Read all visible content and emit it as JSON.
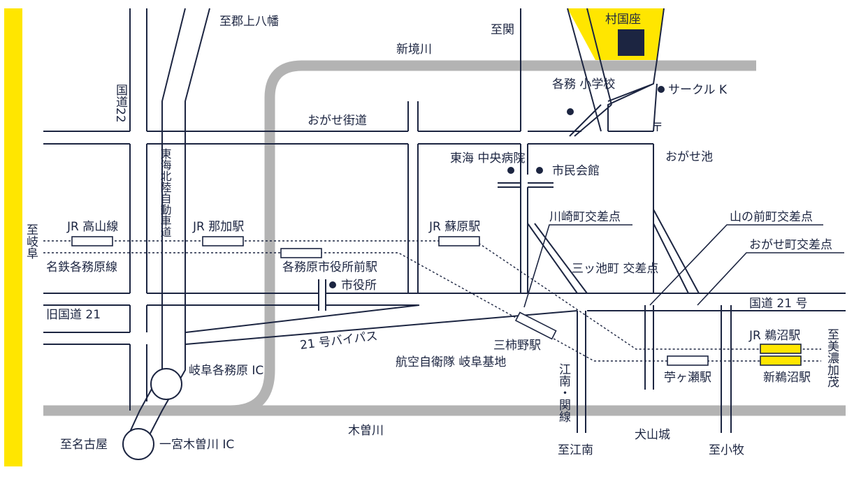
{
  "colors": {
    "accent_yellow": "#ffe600",
    "line_navy": "#1c2541",
    "river_gray": "#b3b3b3"
  },
  "directions": {
    "gujo_hachiman": "至郡上八幡",
    "seki": "至関",
    "gifu": "至岐阜",
    "minokamo": "至美濃加茂",
    "nagoya": "至名古屋",
    "konan": "至江南",
    "komaki": "至小牧"
  },
  "roads": {
    "route22": "国道22",
    "ogase_kaido": "おがせ街道",
    "tokai_hokuriku_expressway": "東海北陸自動車道",
    "old_route21": "旧国道 21",
    "route21": "国道 21 号",
    "route21_bypass": "21 号バイパス"
  },
  "rivers": {
    "shinsakai": "新境川",
    "kiso": "木曽川"
  },
  "railways": {
    "jr_takayama": "JR 高山線",
    "meitetsu_kakamigahara": "名鉄各務原線",
    "konan_seki": "江南・関線"
  },
  "stations": {
    "jr_naka": "JR 那加駅",
    "jr_sohara": "JR 蘇原駅",
    "shiyakusho_mae": "各務原市役所前駅",
    "mikakino": "三柿野駅",
    "mugase": "苧ヶ瀬駅",
    "jr_unuma": "JR 鵜沼駅",
    "shin_unuma": "新鵜沼駅"
  },
  "interchanges": {
    "gifu_kakamigahara_ic": "岐阜各務原 IC",
    "ichinomiya_kisogawa_ic": "一宮木曽川 IC"
  },
  "intersections": {
    "kawasakicho": "川崎町交差点",
    "mitsuikecho": "三ッ池町 交差点",
    "yamanomaecho": "山の前町交差点",
    "ogasecho": "おがせ町交差点"
  },
  "places": {
    "murakuniza": "村国座",
    "circle_k": "サークル K",
    "kakami_elementary": "各務 小学校",
    "ogase_pond": "おがせ池",
    "tokai_chuo_hospital": "東海 中央病院",
    "civic_hall": "市民会館",
    "city_hall": "市役所",
    "jasdf_gifu_base": "航空自衛隊 岐阜基地",
    "inuyama_castle": "犬山城",
    "shrine_symbol": "〒"
  }
}
